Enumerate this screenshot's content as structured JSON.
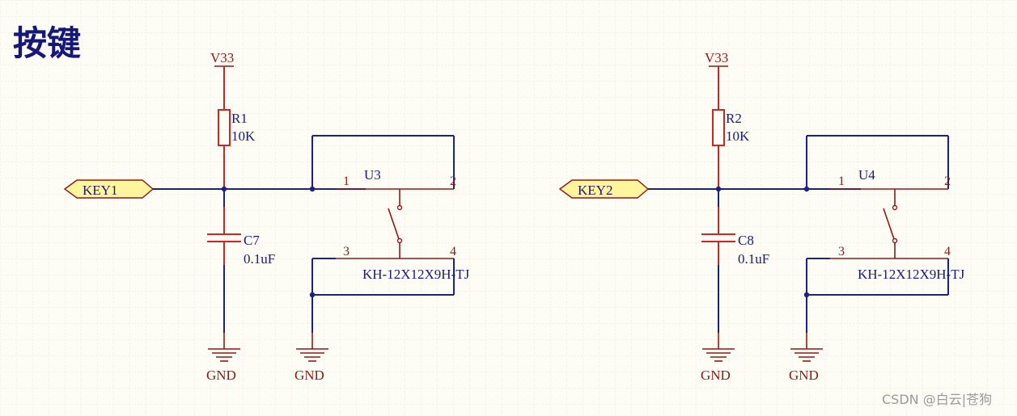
{
  "title": "按键",
  "watermark": "CSDN @白云|苍狗",
  "colors": {
    "background": "#fdfcf5",
    "wire": "#1a237e",
    "component": "#c62828",
    "label": "#8b1a1a",
    "port_fill": "#fff59d"
  },
  "circuits": [
    {
      "power": "V33",
      "resistor": {
        "designator": "R1",
        "value": "10K"
      },
      "capacitor": {
        "designator": "C7",
        "value": "0.1uF"
      },
      "port": "KEY1",
      "switch": {
        "designator": "U3",
        "part": "KH-12X12X9H-TJ",
        "pins": [
          "1",
          "2",
          "3",
          "4"
        ]
      },
      "gnd_labels": [
        "GND",
        "GND"
      ]
    },
    {
      "power": "V33",
      "resistor": {
        "designator": "R2",
        "value": "10K"
      },
      "capacitor": {
        "designator": "C8",
        "value": "0.1uF"
      },
      "port": "KEY2",
      "switch": {
        "designator": "U4",
        "part": "KH-12X12X9H-TJ",
        "pins": [
          "1",
          "2",
          "3",
          "4"
        ]
      },
      "gnd_labels": [
        "GND",
        "GND"
      ]
    }
  ]
}
